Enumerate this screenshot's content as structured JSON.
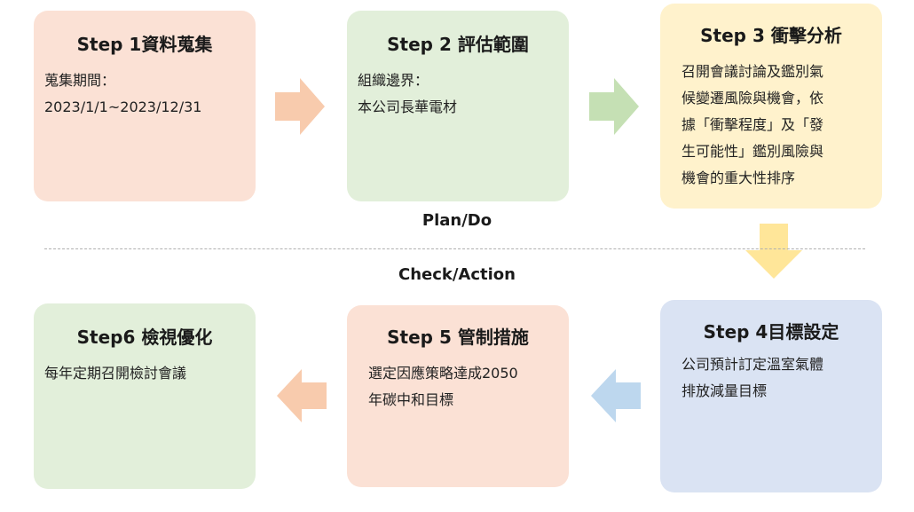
{
  "phases": {
    "plan_do": "Plan/Do",
    "check_action": "Check/Action"
  },
  "steps": [
    {
      "title": "Step 1資料蒐集",
      "lines": [
        "蒐集期間：",
        "2023/1/1~2023/12/31"
      ],
      "color": "#fbe1d5"
    },
    {
      "title": "Step 2 評估範圍",
      "lines": [
        "組織邊界：",
        "本公司長華電材"
      ],
      "color": "#e2efda"
    },
    {
      "title": "Step 3 衝擊分析",
      "lines": [
        "召開會議討論及鑑別氣",
        "候變遷風險與機會，依",
        "據「衝擊程度」及「發",
        "生可能性」鑑別風險與",
        "機會的重大性排序"
      ],
      "color": "#fff2cc"
    },
    {
      "title": "Step 4目標設定",
      "lines": [
        "公司預計訂定溫室氣體",
        "排放減量目標"
      ],
      "color": "#dae3f3"
    },
    {
      "title": "Step 5 管制措施",
      "lines": [
        "選定因應策略達成2050",
        "年碳中和目標"
      ],
      "color": "#fbe1d5"
    },
    {
      "title": "Step6  檢視優化",
      "lines": [
        "每年定期召開檢討會議"
      ],
      "color": "#e2efda"
    }
  ],
  "arrow_colors": {
    "step1_to_2": "#f8cbad",
    "step2_to_3": "#c5e0b4",
    "step3_to_4": "#ffe699",
    "step4_to_5": "#bdd7ee",
    "step5_to_6": "#f8cbad"
  }
}
